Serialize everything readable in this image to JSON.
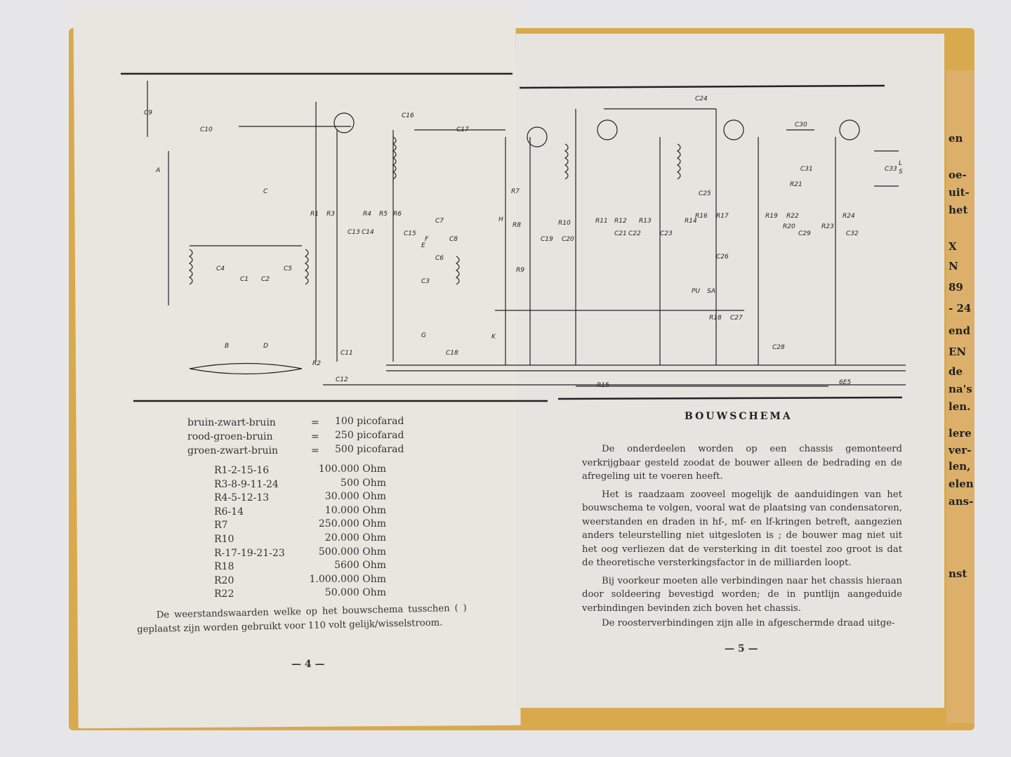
{
  "schematic": {
    "labels": [
      "C9",
      "C10",
      "C16",
      "C17",
      "C24",
      "C30",
      "C31",
      "C33",
      "C1",
      "C2",
      "C3",
      "C4",
      "C5",
      "C6",
      "C7",
      "C8",
      "C11",
      "C12",
      "C13",
      "C14",
      "C15",
      "C18",
      "C19",
      "C20",
      "C21",
      "C22",
      "C23",
      "C25",
      "C26",
      "C27",
      "C28",
      "C29",
      "C32",
      "R1",
      "R2",
      "R3",
      "R4",
      "R5",
      "R6",
      "R7",
      "R8",
      "R9",
      "R10",
      "R11",
      "R12",
      "R13",
      "R14",
      "R15",
      "R16",
      "R17",
      "R18",
      "R19",
      "R20",
      "R21",
      "R22",
      "R23",
      "R24",
      "A",
      "B",
      "C",
      "D",
      "E",
      "F",
      "G",
      "H",
      "K",
      "PU",
      "SA",
      "6E5",
      "L",
      "S"
    ]
  },
  "left_page": {
    "colour_codes": [
      {
        "code": "bruin-zwart-bruin",
        "eq": "=",
        "value": "100 picofarad"
      },
      {
        "code": "rood-groen-bruin",
        "eq": "=",
        "value": "250 picofarad"
      },
      {
        "code": "groen-zwart-bruin",
        "eq": "=",
        "value": "500 picofarad"
      }
    ],
    "resistors": [
      {
        "name": "R1-2-15-16",
        "value": "100.000 Ohm"
      },
      {
        "name": "R3-8-9-11-24",
        "value": "500 Ohm"
      },
      {
        "name": "R4-5-12-13",
        "value": "30.000 Ohm"
      },
      {
        "name": "R6-14",
        "value": "10.000 Ohm"
      },
      {
        "name": "R7",
        "value": "250.000 Ohm"
      },
      {
        "name": "R10",
        "value": "20.000 Ohm"
      },
      {
        "name": "R-17-19-21-23",
        "value": "500.000 Ohm"
      },
      {
        "name": "R18",
        "value": "5600 Ohm"
      },
      {
        "name": "R20",
        "value": "1.000.000 Ohm"
      },
      {
        "name": "R22",
        "value": "50.000 Ohm"
      }
    ],
    "note": "De weerstandswaarden welke op het bouwschema tusschen ( ) geplaatst zijn worden gebruikt voor 110 volt gelijk/wisselstroom.",
    "page_number": "— 4 —"
  },
  "right_page": {
    "title": "BOUWSCHEMA",
    "paragraphs": [
      "De onderdeelen worden op een chassis gemonteerd verkrijgbaar gesteld zoodat de bouwer alleen de bedrading en de afregeling uit te voeren heeft.",
      "Het is raadzaam zooveel mogelijk de aanduidingen van het bouwschema te volgen, vooral wat de plaatsing van condensatoren, weerstanden en draden in hf-, mf- en lf-kringen betreft, aangezien anders teleurstelling niet uitgesloten is ; de bouwer mag niet uit het oog verliezen dat de versterking in dit toestel zoo groot is dat de theoretische versterkingsfactor in de milliarden loopt.",
      "Bij voorkeur moeten alle verbindingen naar het chassis hieraan door soldeering bevestigd worden; de in puntlijn aangeduide verbindingen bevinden zich boven het chassis.",
      "De roosterverbindingen zijn alle in afgeschermde draad uitge-"
    ],
    "page_number": "— 5 —"
  },
  "cover_strip": [
    "en",
    "oe-",
    "uit-",
    "het",
    "X",
    "N",
    "89",
    "- 24",
    "end",
    "EN",
    "de",
    "na's",
    "len.",
    "lere",
    "ver-",
    "len,",
    "elen",
    "ans-",
    "nst"
  ]
}
